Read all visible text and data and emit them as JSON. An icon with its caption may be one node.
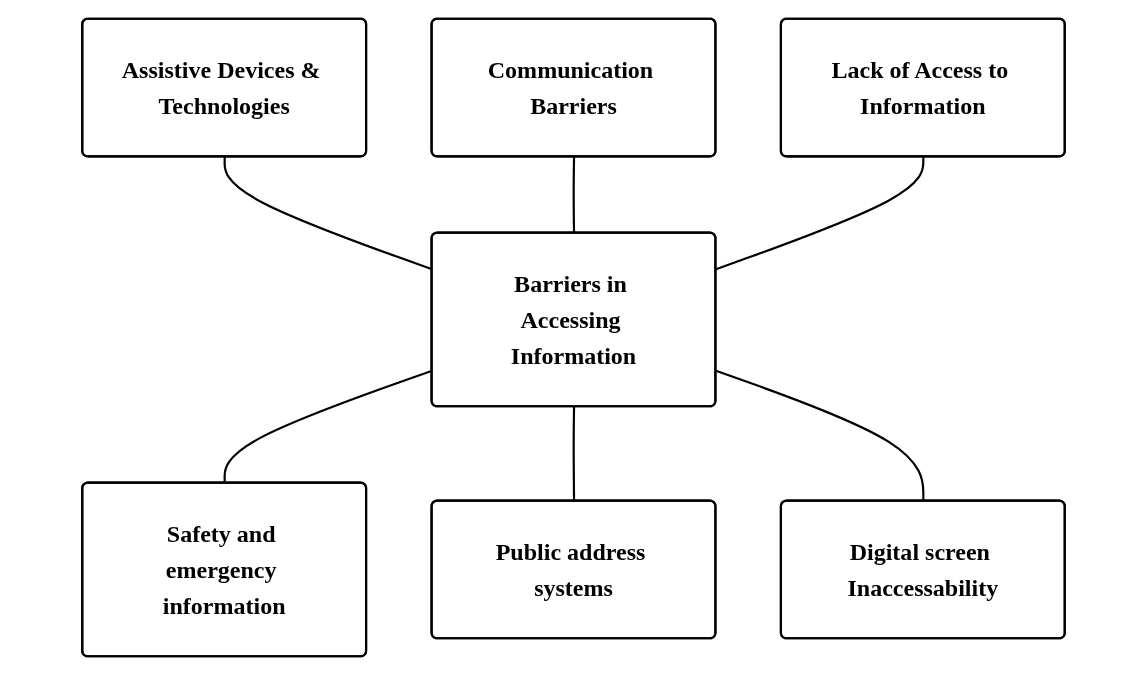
{
  "diagram": {
    "nodes": [
      {
        "text": [
          "Communication Barriers"
        ]
      },
      {
        "text": [
          "Assistive Devices & Technologies"
        ]
      },
      {
        "text": [
          "Lack of Access to Information"
        ]
      },
      {
        "text": [
          "Barriers in Accessing Information"
        ]
      },
      {
        "text": [
          "Safety and emergency information"
        ]
      },
      {
        "text": [
          "Digital screen Inaccessability"
        ]
      },
      {
        "text": [
          "Public address systems"
        ]
      }
    ],
    "edges": [
      {
        "from": 1,
        "to": 3,
        "arrow": "none"
      },
      {
        "from": 0,
        "to": 3,
        "arrow": "none"
      },
      {
        "from": 2,
        "to": 3,
        "arrow": "none"
      },
      {
        "from": 3,
        "to": 4,
        "arrow": "none"
      },
      {
        "from": 3,
        "to": 6,
        "arrow": "none"
      },
      {
        "from": 3,
        "to": 5,
        "arrow": "none"
      }
    ]
  }
}
